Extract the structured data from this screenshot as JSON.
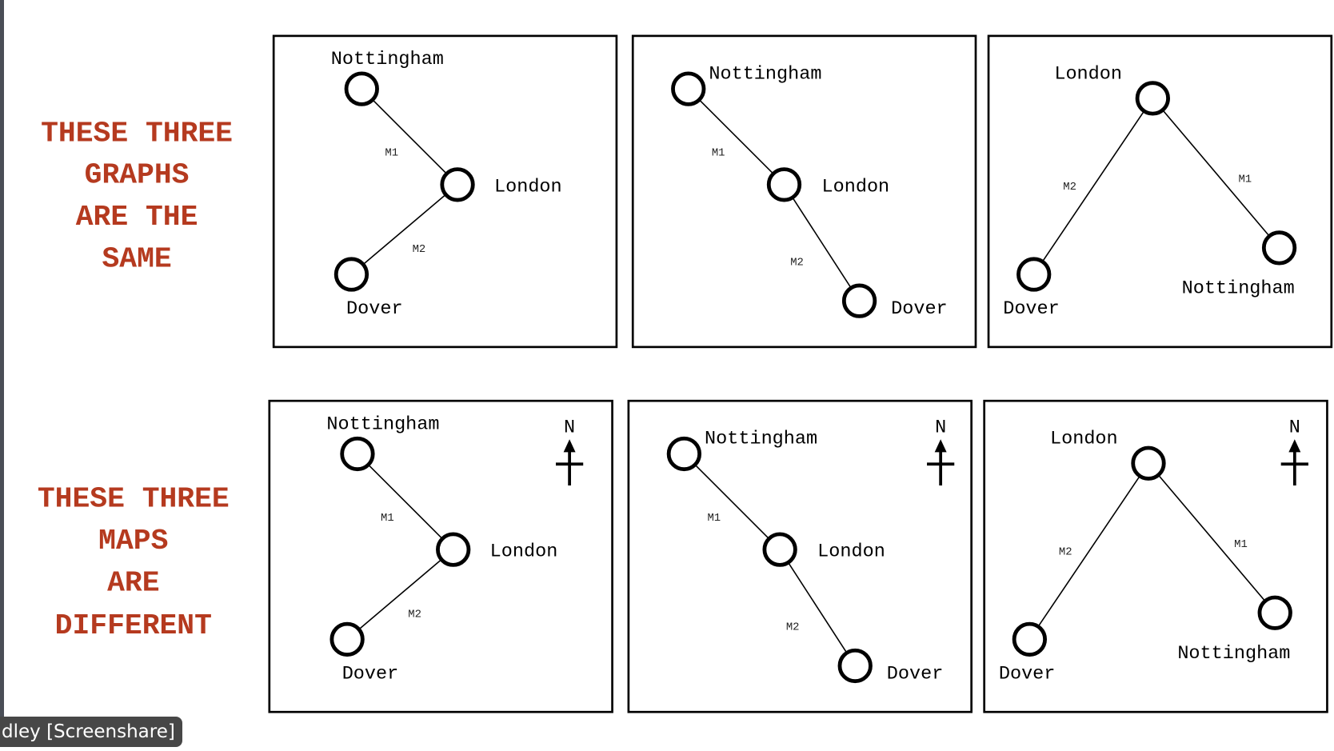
{
  "headings": {
    "graphs": [
      "THESE THREE",
      "GRAPHS",
      "ARE THE",
      "SAME"
    ],
    "maps": [
      "THESE THREE",
      "MAPS",
      "ARE",
      "DIFFERENT"
    ]
  },
  "cities": {
    "nottingham": "Nottingham",
    "london": "London",
    "dover": "Dover"
  },
  "roads": {
    "m1": "M1",
    "m2": "M2"
  },
  "compass_label": "N",
  "screenshare_label": "dley [Screenshare]",
  "colors": {
    "heading": "#b53a1f",
    "ink": "#000000"
  }
}
